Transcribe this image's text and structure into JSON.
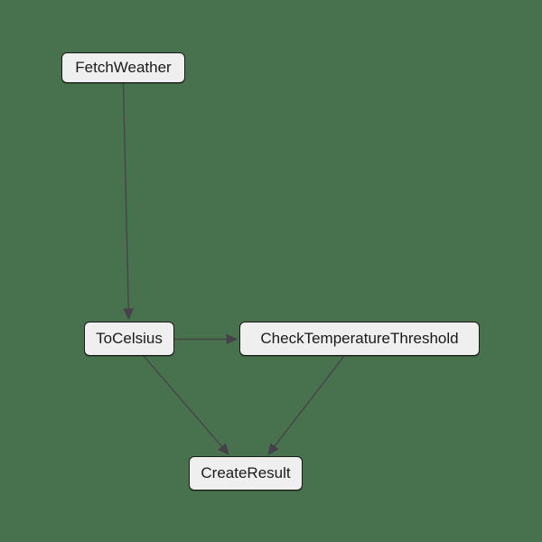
{
  "diagram": {
    "type": "flowchart",
    "direction": "top-down",
    "nodes": [
      {
        "id": "FetchWeather",
        "label": "FetchWeather"
      },
      {
        "id": "ToCelsius",
        "label": "ToCelsius"
      },
      {
        "id": "CheckTemperatureThreshold",
        "label": "CheckTemperatureThreshold"
      },
      {
        "id": "CreateResult",
        "label": "CreateResult"
      }
    ],
    "edges": [
      {
        "from": "FetchWeather",
        "to": "ToCelsius"
      },
      {
        "from": "ToCelsius",
        "to": "CheckTemperatureThreshold"
      },
      {
        "from": "ToCelsius",
        "to": "CreateResult"
      },
      {
        "from": "CheckTemperatureThreshold",
        "to": "CreateResult"
      }
    ],
    "colors": {
      "background": "#48714D",
      "node_fill": "#EFEFEF",
      "node_border": "#1A1A1A",
      "node_text": "#1A1A1A",
      "edge": "#46414A"
    }
  }
}
